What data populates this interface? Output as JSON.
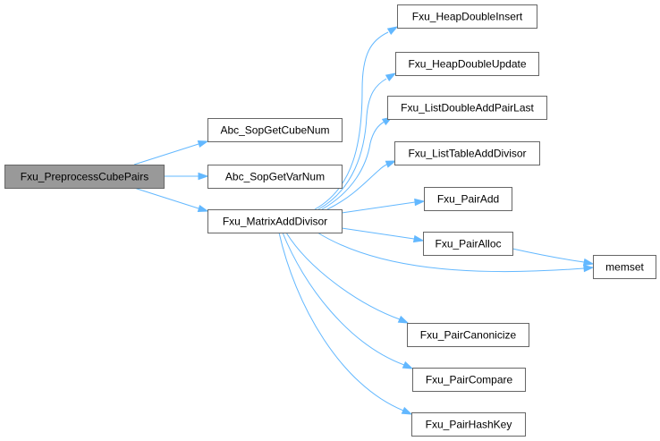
{
  "diagram": {
    "type": "call-graph",
    "colors": {
      "edge": "#63b8ff",
      "node_border": "#666666",
      "node_fill": "#ffffff",
      "root_fill": "#999999"
    },
    "nodes": [
      {
        "id": "root",
        "label": "Fxu_PreprocessCubePairs",
        "root": true
      },
      {
        "id": "cubenum",
        "label": "Abc_SopGetCubeNum"
      },
      {
        "id": "varnum",
        "label": "Abc_SopGetVarNum"
      },
      {
        "id": "matrix",
        "label": "Fxu_MatrixAddDivisor"
      },
      {
        "id": "heapins",
        "label": "Fxu_HeapDoubleInsert"
      },
      {
        "id": "heapupd",
        "label": "Fxu_HeapDoubleUpdate"
      },
      {
        "id": "listdbl",
        "label": "Fxu_ListDoubleAddPairLast"
      },
      {
        "id": "listtab",
        "label": "Fxu_ListTableAddDivisor"
      },
      {
        "id": "pairadd",
        "label": "Fxu_PairAdd"
      },
      {
        "id": "pairalloc",
        "label": "Fxu_PairAlloc"
      },
      {
        "id": "memset",
        "label": "memset"
      },
      {
        "id": "paircanon",
        "label": "Fxu_PairCanonicize"
      },
      {
        "id": "paircmp",
        "label": "Fxu_PairCompare"
      },
      {
        "id": "pairhash",
        "label": "Fxu_PairHashKey"
      }
    ],
    "edges": [
      {
        "from": "root",
        "to": "cubenum"
      },
      {
        "from": "root",
        "to": "varnum"
      },
      {
        "from": "root",
        "to": "matrix"
      },
      {
        "from": "matrix",
        "to": "heapins"
      },
      {
        "from": "matrix",
        "to": "heapupd"
      },
      {
        "from": "matrix",
        "to": "listdbl"
      },
      {
        "from": "matrix",
        "to": "listtab"
      },
      {
        "from": "matrix",
        "to": "pairadd"
      },
      {
        "from": "matrix",
        "to": "pairalloc"
      },
      {
        "from": "matrix",
        "to": "memset"
      },
      {
        "from": "matrix",
        "to": "paircanon"
      },
      {
        "from": "matrix",
        "to": "paircmp"
      },
      {
        "from": "matrix",
        "to": "pairhash"
      },
      {
        "from": "pairalloc",
        "to": "memset"
      }
    ]
  }
}
